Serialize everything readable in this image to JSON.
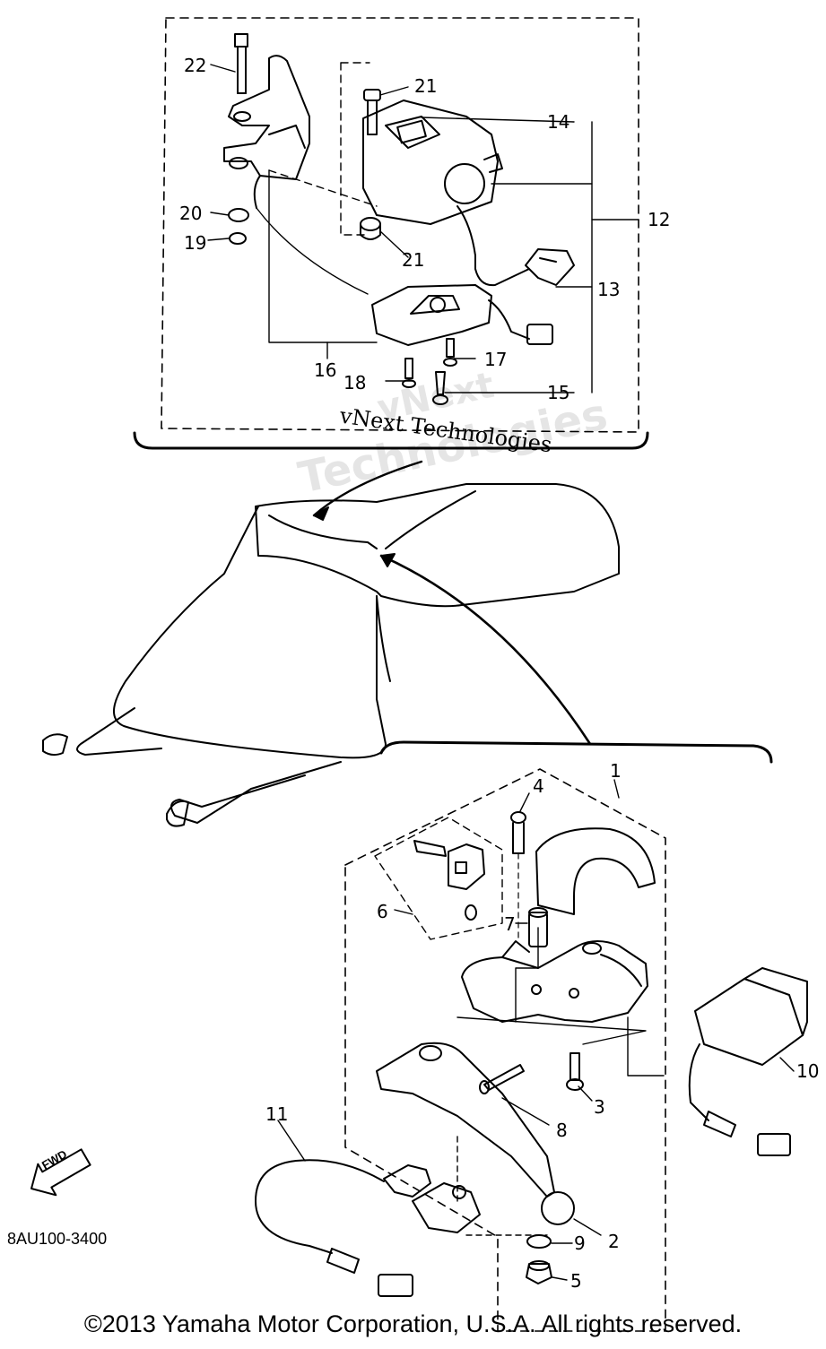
{
  "callouts": {
    "c1": "1",
    "c2": "2",
    "c3": "3",
    "c4": "4",
    "c5": "5",
    "c6": "6",
    "c7": "7",
    "c8": "8",
    "c9": "9",
    "c10": "10",
    "c11": "11",
    "c12": "12",
    "c13": "13",
    "c14": "14",
    "c15": "15",
    "c16": "16",
    "c17": "17",
    "c18": "18",
    "c19": "19",
    "c20": "20",
    "c21a": "21",
    "c21b": "21",
    "c22": "22"
  },
  "fwd_icon": {
    "icon": "fwd-arrow-icon",
    "label": "FWD"
  },
  "part_code": "8AU100-3400",
  "copyright": "©2013 Yamaha Motor Corporation, U.S.A. All rights reserved.",
  "watermark": {
    "text_serif": "vNext Technologies",
    "text_outline_1": "vNext",
    "text_outline_2": "Technologies"
  }
}
